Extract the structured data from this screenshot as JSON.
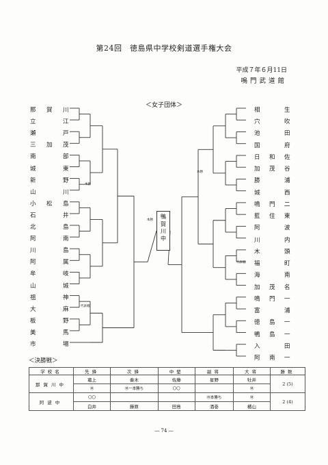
{
  "header": {
    "title": "第24回　徳島県中学校剣道選手権大会",
    "date": "平成７年６月11日",
    "venue": "鳴門武道館",
    "category": "＜女子団体＞"
  },
  "champion": [
    "鴨",
    "賀",
    "川",
    "中"
  ],
  "bracket_left": [
    "那賀川",
    "立江",
    "瀬戸",
    "三加茂",
    "南部",
    "城東",
    "新野",
    "山川",
    "小松島",
    "石井",
    "北島",
    "阿南",
    "川島",
    "阿属",
    "牟岐",
    "山城",
    "祖神",
    "大麻",
    "板野",
    "美馬",
    "市場"
  ],
  "bracket_right": [
    "相生",
    "穴吹",
    "池田",
    "国府",
    "日和佐",
    "加茂谷",
    "勝浦",
    "城西",
    "鳴門二",
    "藍住東",
    "阿波",
    "川内",
    "木頭",
    "福町",
    "海南",
    "加茂名",
    "鳴門一",
    "富浦",
    "徳島一",
    "鴨島一",
    "入田",
    "阿南一"
  ],
  "bracket_labels": {
    "honkatsu": "本勝",
    "daihyo": "代表戦"
  },
  "final": {
    "heading": "＜決勝戦＞",
    "columns": [
      "学校名",
      "先鋒",
      "次鋒",
      "中堅",
      "副将",
      "大将",
      "勝数"
    ],
    "rows": [
      {
        "school": "那賀川中",
        "players": [
          "竈上",
          "奏木",
          "佐藤",
          "星野",
          "牡井"
        ],
        "marks": [
          "Ⓜ",
          "Ⓜ一本勝ち",
          "〇〇",
          "",
          "Ⓜ"
        ],
        "wins": "2 (5)"
      },
      {
        "school": "阿波中",
        "players": [
          "白井",
          "藤原",
          "田島",
          "酒巻",
          "橘山"
        ],
        "marks": [
          "〇〇",
          "",
          "",
          "Ⓜ本勝ち",
          "Ⓜ"
        ],
        "wins": "2 (4)"
      }
    ]
  },
  "page_number": "― 74 ―"
}
